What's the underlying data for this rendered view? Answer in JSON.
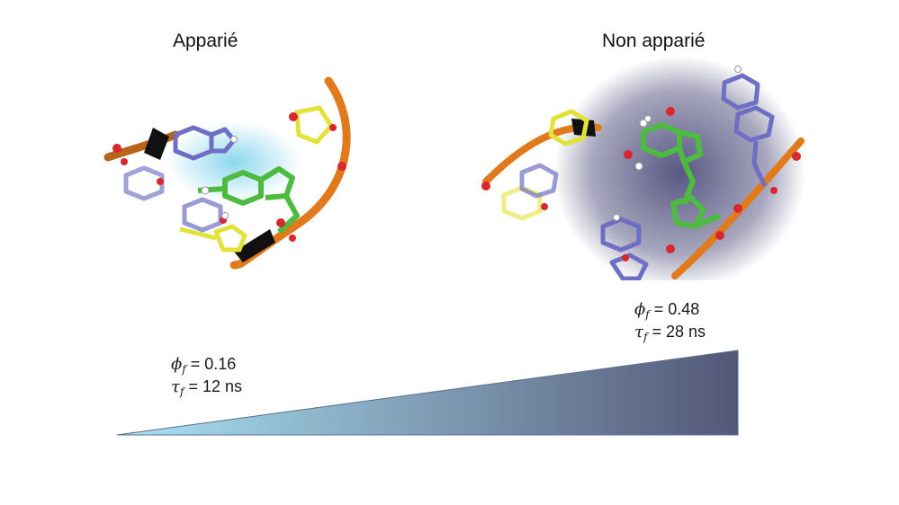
{
  "titles": {
    "left": "Apparié",
    "right": "Non apparié"
  },
  "left_metrics": {
    "phi_symbol": "ϕ",
    "phi_sub": "f",
    "phi_value": "= 0.16",
    "tau_symbol": "τ",
    "tau_sub": "f",
    "tau_value": "= 12 ns"
  },
  "right_metrics": {
    "phi_symbol": "ϕ",
    "phi_sub": "f",
    "phi_value": "= 0.48",
    "tau_symbol": "τ",
    "tau_sub": "f",
    "tau_value": "= 28 ns"
  },
  "colors": {
    "backbone": "#e07a1c",
    "base_blue": "#6e6fc4",
    "base_yellow": "#e3e23a",
    "probe_green": "#4dbb3f",
    "oxygen": "#d9272e",
    "glow_left": "#7fd3ec",
    "glow_right": "#3b3a6e",
    "ramp_start": "#a9e3f3",
    "ramp_end": "#545778"
  },
  "icons": {
    "left_structure": "dna-paired-structure-icon",
    "right_structure": "dna-unpaired-structure-icon"
  }
}
